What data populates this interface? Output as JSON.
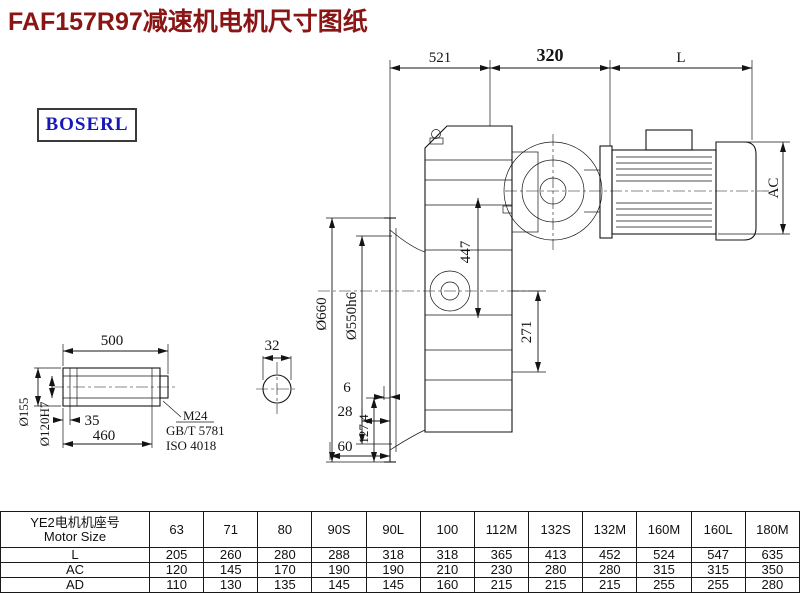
{
  "title": "FAF157R97减速机电机尺寸图纸",
  "logo": "BOSERL",
  "drawing": {
    "dims": {
      "d521": "521",
      "d320": "320",
      "dL": "L",
      "dAC": "AC",
      "d660": "Ø660",
      "d550": "Ø550h6",
      "d447": "447",
      "d271": "271",
      "d127": "127.4",
      "d6": "6",
      "d28": "28",
      "d60": "60",
      "d32": "32",
      "d500": "500",
      "d35": "35",
      "d460": "460",
      "d155": "Ø155",
      "d120": "Ø120H7",
      "m24": "M24",
      "gbt": "GB/T 5781",
      "iso": "ISO 4018"
    }
  },
  "table": {
    "header_cn": "YE2电机机座号",
    "header_en": "Motor Size",
    "sizes": [
      "63",
      "71",
      "80",
      "90S",
      "90L",
      "100",
      "112M",
      "132S",
      "132M",
      "160M",
      "160L",
      "180M"
    ],
    "rows": [
      {
        "label": "L",
        "values": [
          "205",
          "260",
          "280",
          "288",
          "318",
          "318",
          "365",
          "413",
          "452",
          "524",
          "547",
          "635"
        ]
      },
      {
        "label": "AC",
        "values": [
          "120",
          "145",
          "170",
          "190",
          "190",
          "210",
          "230",
          "280",
          "280",
          "315",
          "315",
          "350"
        ]
      },
      {
        "label": "AD",
        "values": [
          "110",
          "130",
          "135",
          "145",
          "145",
          "160",
          "215",
          "215",
          "215",
          "255",
          "255",
          "280"
        ]
      }
    ]
  }
}
